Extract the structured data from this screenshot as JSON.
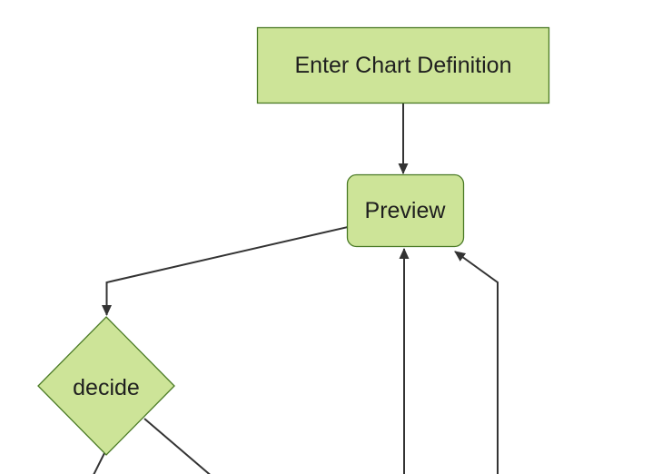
{
  "diagram": {
    "type": "flowchart",
    "direction": "top-down",
    "style": {
      "background": "#ffffff",
      "node_fill": "#cde498",
      "node_border": "#4a7a25",
      "edge_color": "#333333",
      "text_color": "#1f1f1f"
    },
    "nodes": [
      {
        "id": "A",
        "shape": "rectangle",
        "label": "Enter Chart Definition"
      },
      {
        "id": "B",
        "shape": "rounded-rectangle",
        "label": "Preview"
      },
      {
        "id": "C",
        "shape": "diamond",
        "label": "decide"
      }
    ],
    "edges": [
      {
        "from": "A",
        "to": "B",
        "arrowhead": true
      },
      {
        "from": "B",
        "to": "C",
        "arrowhead": true
      },
      {
        "from": "offscreen-bottom-center",
        "to": "B",
        "arrowhead": true
      },
      {
        "from": "offscreen-bottom-right",
        "to": "B",
        "arrowhead": true
      },
      {
        "from": "C",
        "to": "offscreen-bottom-left",
        "arrowhead": false
      },
      {
        "from": "C",
        "to": "offscreen-bottom-right",
        "arrowhead": false
      }
    ]
  }
}
